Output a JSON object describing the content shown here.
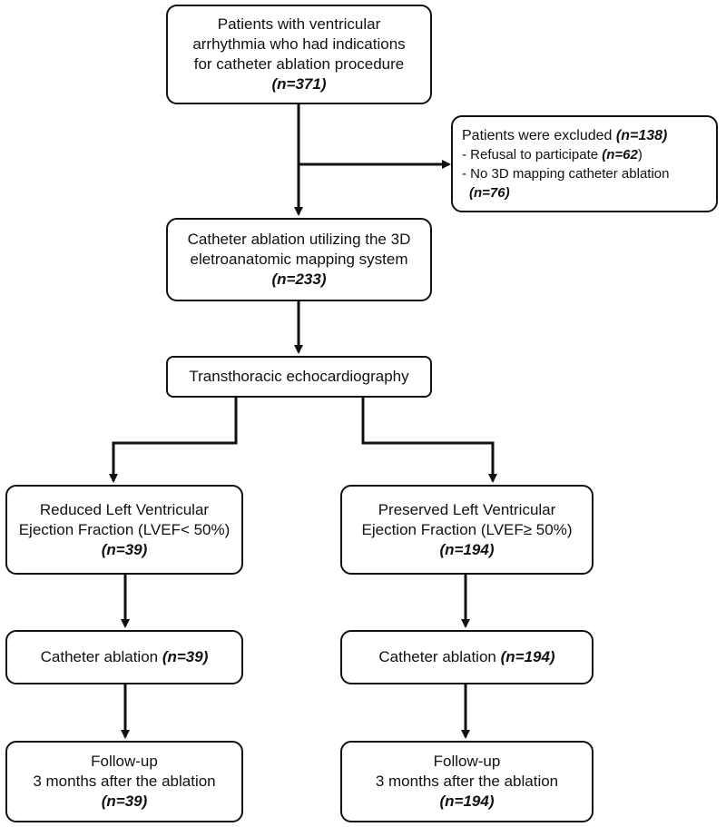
{
  "boxes": {
    "screened": {
      "lines": [
        "Patients with ventricular",
        "arrhythmia who had indications",
        "for catheter ablation procedure"
      ],
      "n": "(n=371)"
    },
    "excluded": {
      "title": "Patients were excluded ",
      "title_n": "(n=138)",
      "refusal_text": "- Refusal to participate ",
      "refusal_n": "(n=62",
      "refusal_close": ")",
      "nomap_text": "- No 3D mapping catheter ablation",
      "nomap_n": "(n=76)"
    },
    "mapping": {
      "lines": [
        "Catheter ablation utilizing the 3D",
        "eletroanatomic mapping system"
      ],
      "n": "(n=233)"
    },
    "echo": {
      "label": "Transthoracic echocardiography"
    },
    "reduced": {
      "lines": [
        "Reduced Left Ventricular",
        "Ejection Fraction (LVEF< 50%)"
      ],
      "n": "(n=39)"
    },
    "preserved": {
      "lines": [
        "Preserved Left Ventricular",
        "Ejection Fraction (LVEF≥ 50%)"
      ],
      "n": "(n=194)"
    },
    "ablation_reduced": {
      "label": "Catheter ablation ",
      "n": "(n=39)"
    },
    "ablation_preserved": {
      "label": "Catheter ablation ",
      "n": "(n=194)"
    },
    "followup_reduced": {
      "lines": [
        "Follow-up",
        "3 months after the ablation"
      ],
      "n": "(n=39)"
    },
    "followup_preserved": {
      "lines": [
        "Follow-up",
        "3 months after the ablation"
      ],
      "n": "(n=194)"
    }
  }
}
